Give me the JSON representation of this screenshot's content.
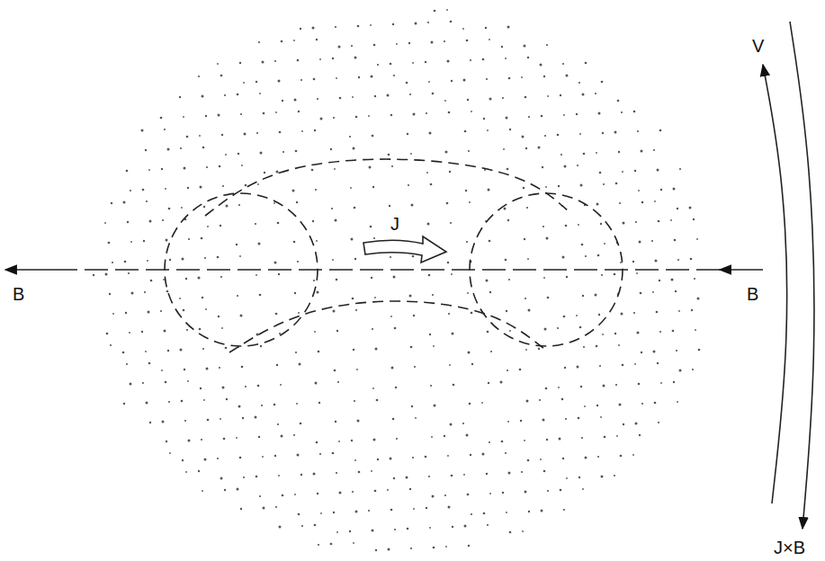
{
  "diagram": {
    "labels": [
      "B",
      "B",
      "J",
      "V",
      "J×B"
    ]
  }
}
